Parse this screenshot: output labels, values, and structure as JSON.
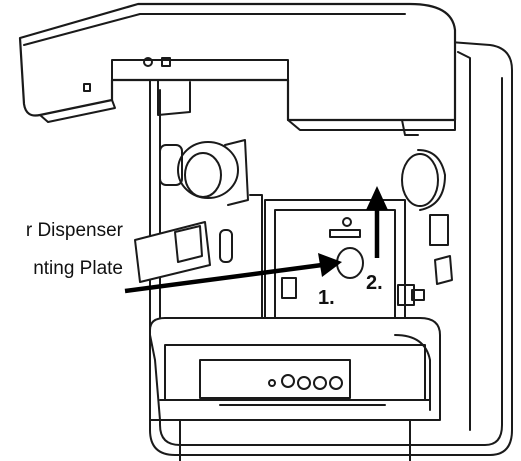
{
  "callout": {
    "line1": "r Dispenser",
    "line2": "nting Plate"
  },
  "steps": {
    "one": "1.",
    "two": "2."
  },
  "colors": {
    "line": "#1a1a1a",
    "fill": "#ffffff",
    "shade": "#e6e6e6"
  }
}
